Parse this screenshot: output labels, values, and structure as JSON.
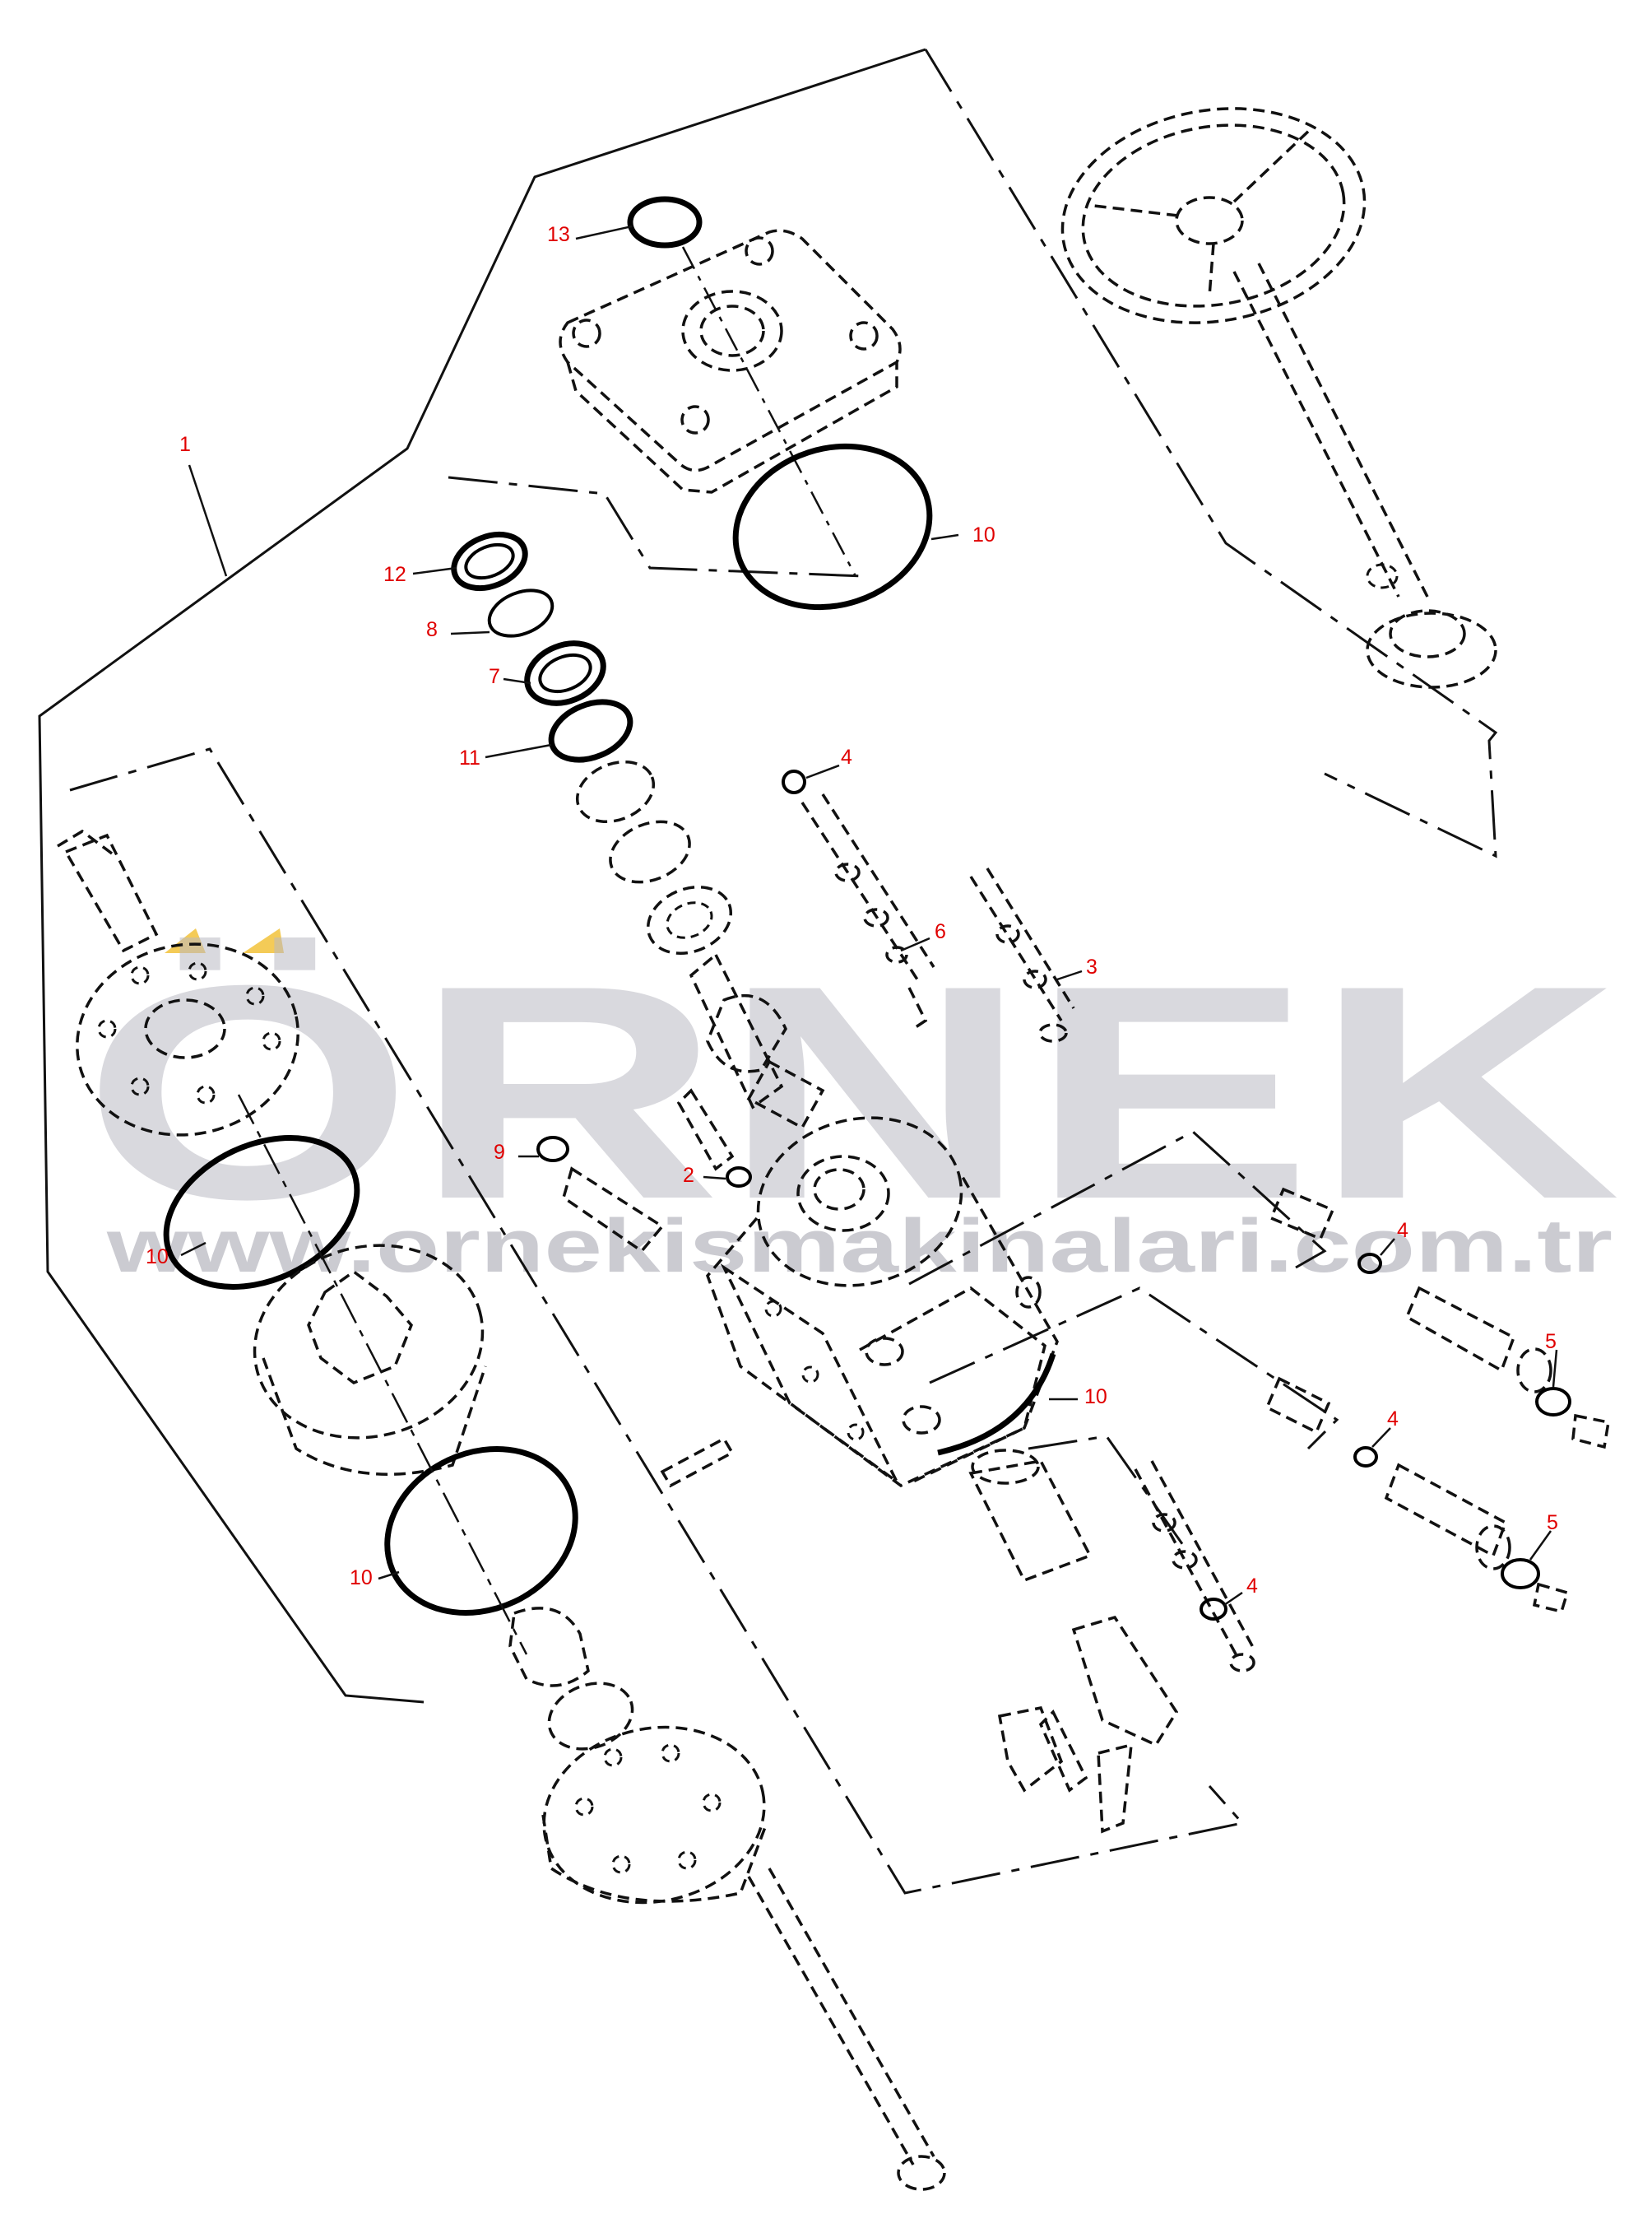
{
  "callouts": [
    {
      "id": "c1",
      "label": "1"
    },
    {
      "id": "c13",
      "label": "13"
    },
    {
      "id": "c10a",
      "label": "10"
    },
    {
      "id": "c12",
      "label": "12"
    },
    {
      "id": "c8",
      "label": "8"
    },
    {
      "id": "c7",
      "label": "7"
    },
    {
      "id": "c11",
      "label": "11"
    },
    {
      "id": "c4a",
      "label": "4"
    },
    {
      "id": "c6",
      "label": "6"
    },
    {
      "id": "c3",
      "label": "3"
    },
    {
      "id": "c9",
      "label": "9"
    },
    {
      "id": "c2",
      "label": "2"
    },
    {
      "id": "c10b",
      "label": "10"
    },
    {
      "id": "c4b",
      "label": "4"
    },
    {
      "id": "c5a",
      "label": "5"
    },
    {
      "id": "c10c",
      "label": "10"
    },
    {
      "id": "c4c",
      "label": "4"
    },
    {
      "id": "c5b",
      "label": "5"
    },
    {
      "id": "c10d",
      "label": "10"
    },
    {
      "id": "c4d",
      "label": "4"
    }
  ],
  "watermark": {
    "brand": "ÖRNEK",
    "url": "www.ornekismakinalari.com.tr"
  },
  "colors": {
    "callout_text": "#e00000",
    "watermark": "#b9b9c2",
    "watermark_accent": "#f2c23a",
    "linework": "#111111"
  }
}
